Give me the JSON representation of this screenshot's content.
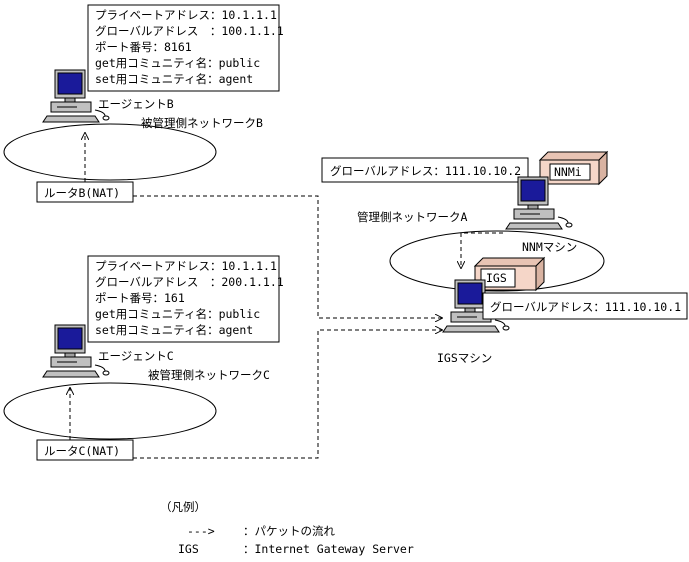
{
  "agentB": {
    "info": [
      "プライベートアドレス：10.1.1.1",
      "グローバルアドレス　：100.1.1.1",
      "ポート番号：8161",
      "get用コミュニティ名：public",
      "set用コミュニティ名：agent"
    ],
    "label": "エージェントB",
    "network": "被管理側ネットワークB",
    "router": "ルータB(NAT)"
  },
  "agentC": {
    "info": [
      "プライベートアドレス：10.1.1.1",
      "グローバルアドレス　：200.1.1.1",
      "ポート番号：161",
      "get用コミュニティ名：public",
      "set用コミュニティ名：agent"
    ],
    "label": "エージェントC",
    "network": "被管理側ネットワークC",
    "router": "ルータC(NAT)"
  },
  "manager": {
    "nnm_address": "グローバルアドレス：111.10.10.2",
    "nnmi_box": "NNMi",
    "network": "管理側ネットワークA",
    "nnm_machine": "NNMマシン",
    "igs_box": "IGS",
    "igs_address": "グローバルアドレス：111.10.10.1",
    "igs_machine": "IGSマシン"
  },
  "legend": {
    "title": "（凡例）",
    "arrow_symbol": "--->",
    "arrow_desc": "：パケットの流れ",
    "igs_term": "IGS",
    "igs_desc": "：Internet Gateway Server"
  },
  "colors": {
    "monitor_screen": "#1a1a9a",
    "box_fill": "#f5d6c8",
    "box_side": "#d9b3a2"
  },
  "icons": {
    "computer": "computer-icon",
    "package": "box-icon"
  }
}
